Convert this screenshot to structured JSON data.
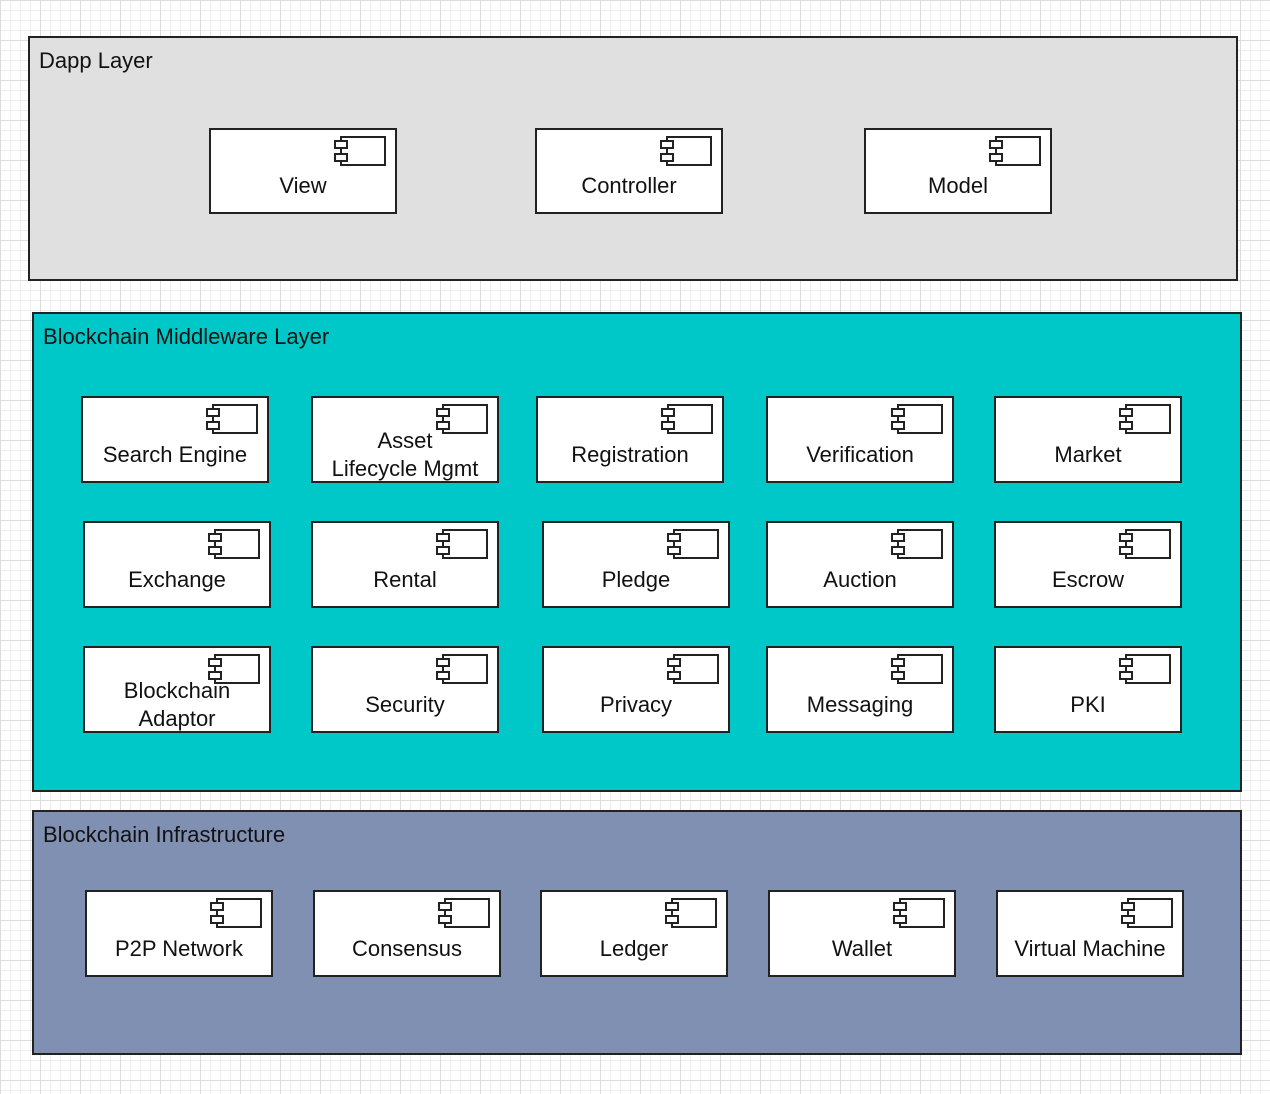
{
  "layers": [
    {
      "id": "dapp",
      "title": "Dapp Layer",
      "color": "#e0e0e0",
      "components": [
        "View",
        "Controller",
        "Model"
      ]
    },
    {
      "id": "middleware",
      "title": "Blockchain Middleware Layer",
      "color": "#00c8c8",
      "components": [
        "Search Engine",
        "Asset\nLifecycle Mgmt",
        "Registration",
        "Verification",
        "Market",
        "Exchange",
        "Rental",
        "Pledge",
        "Auction",
        "Escrow",
        "Blockchain\nAdaptor",
        "Security",
        "Privacy",
        "Messaging",
        "PKI"
      ]
    },
    {
      "id": "infrastructure",
      "title": "Blockchain Infrastructure",
      "color": "#8090b2",
      "components": [
        "P2P Network",
        "Consensus",
        "Ledger",
        "Wallet",
        "Virtual Machine"
      ]
    }
  ],
  "component_icon": "uml-component-icon"
}
